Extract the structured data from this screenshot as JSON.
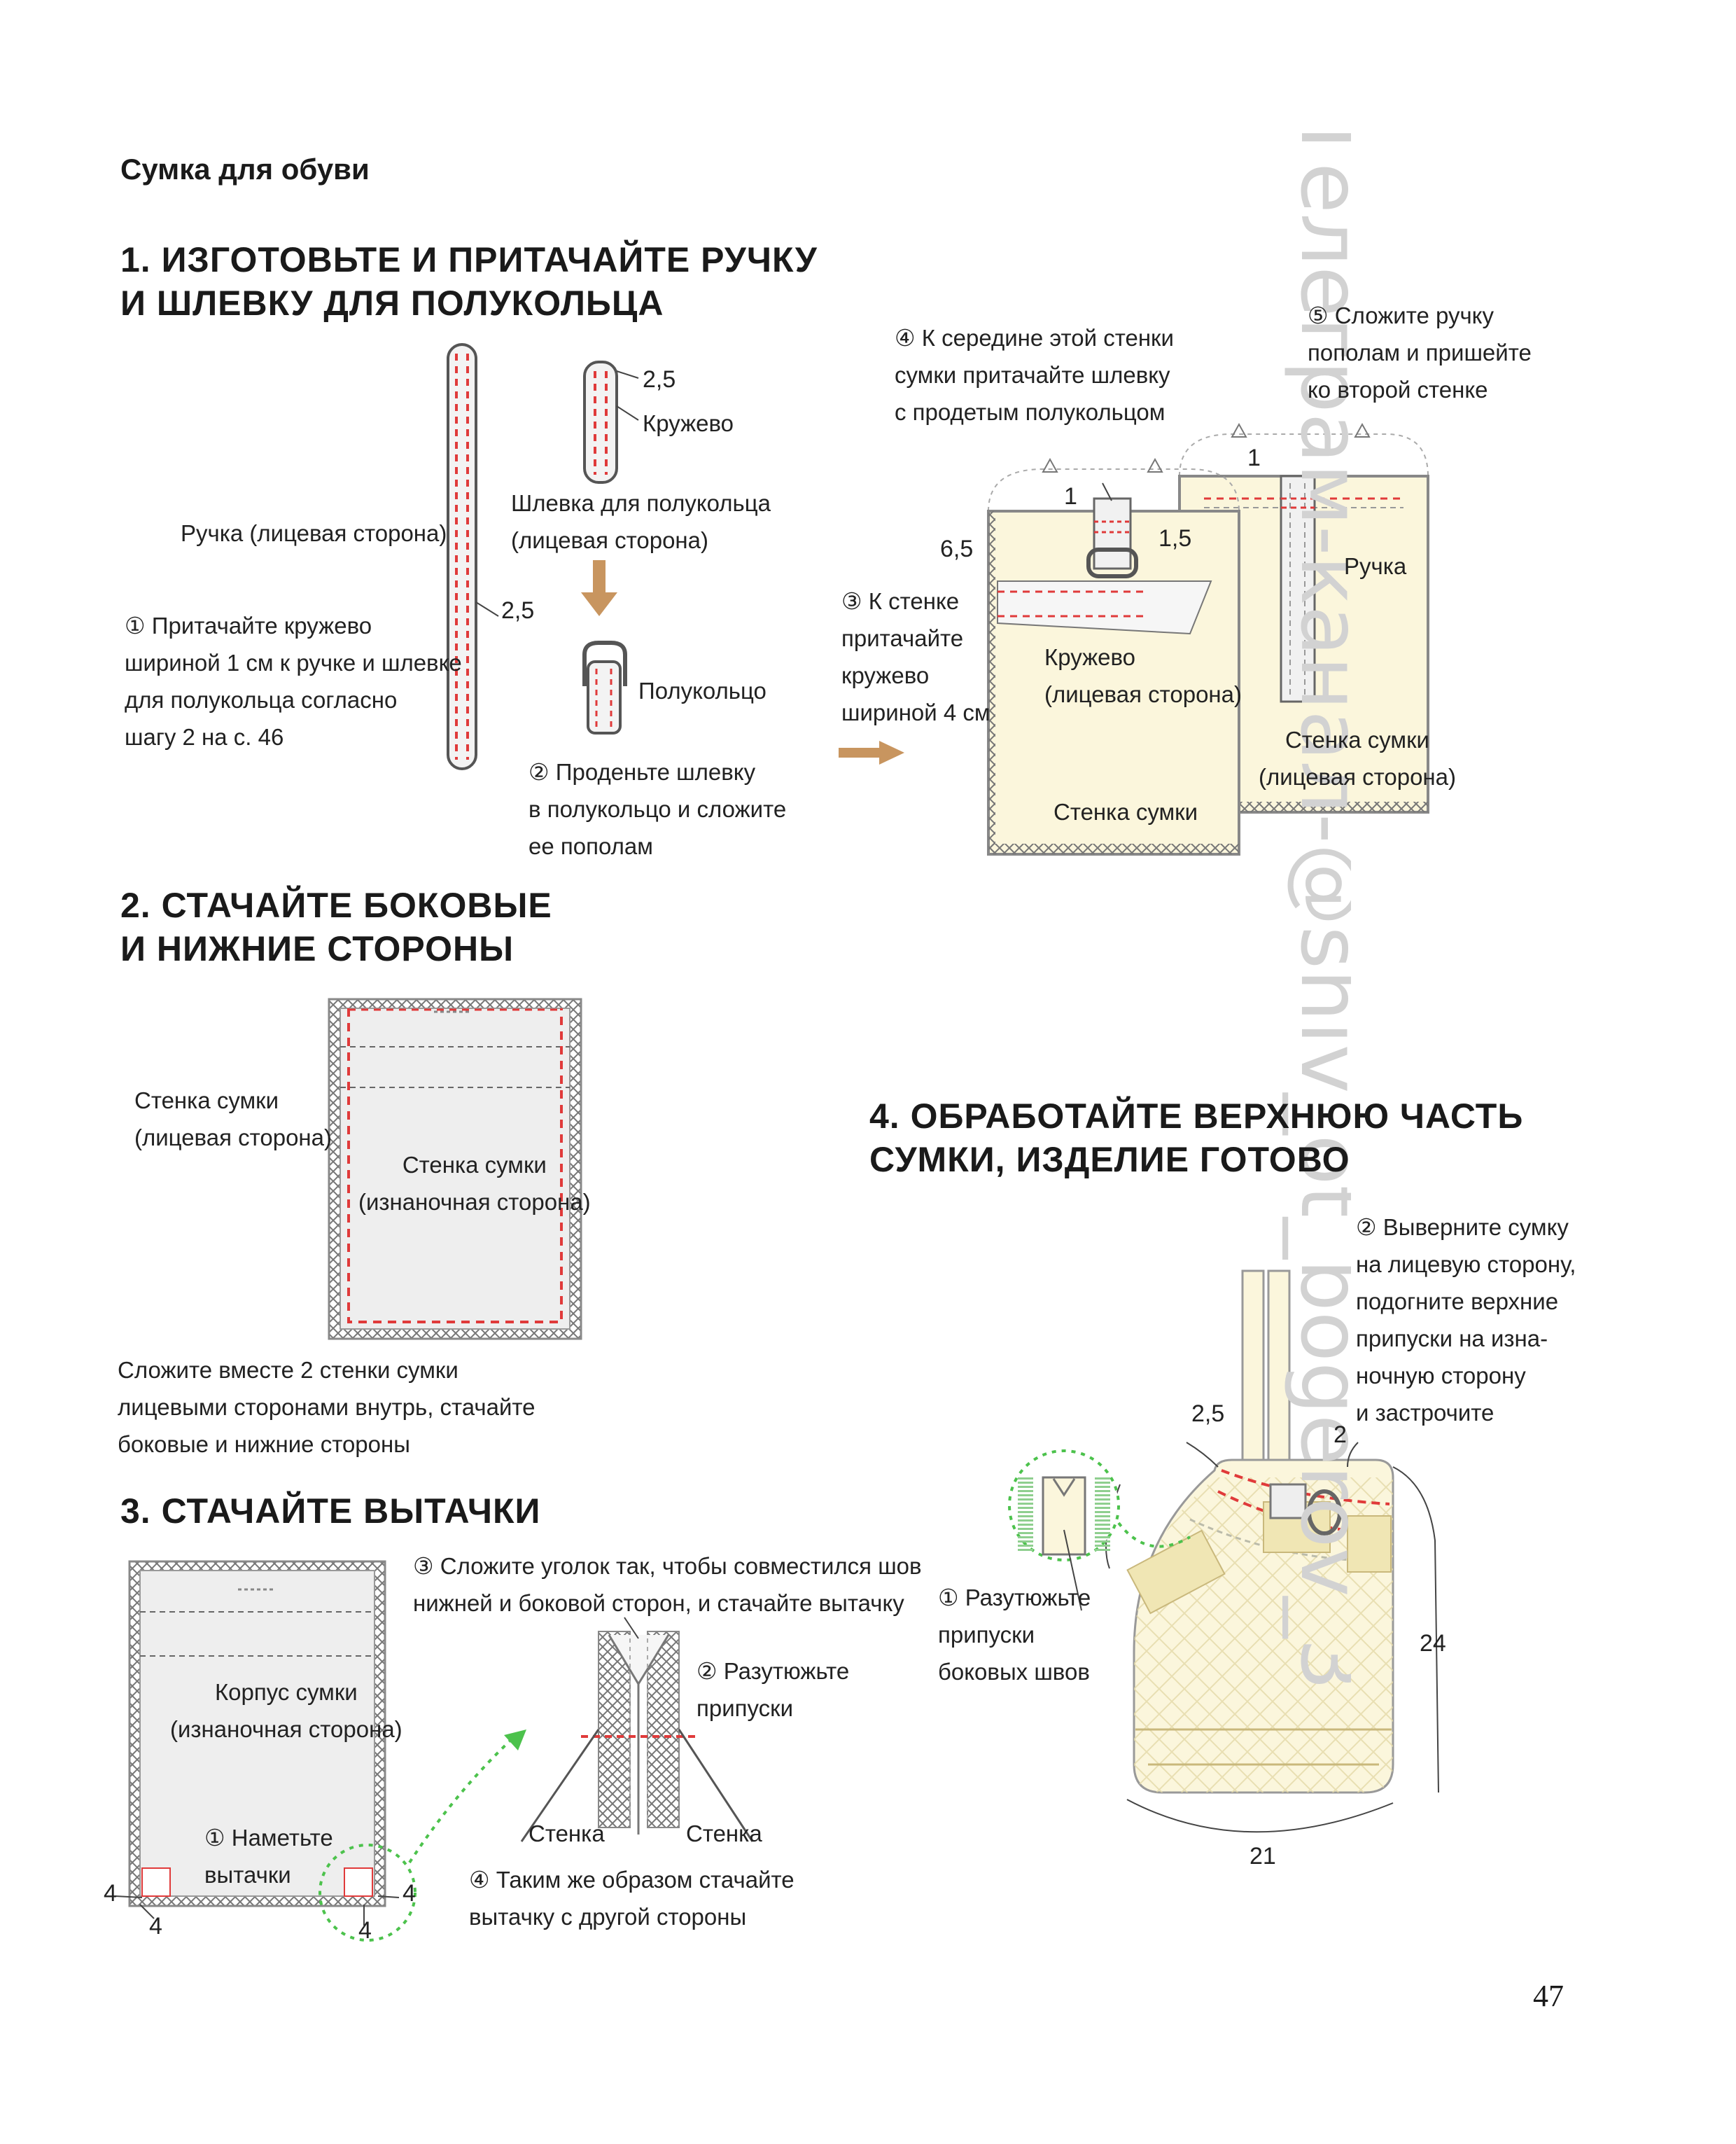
{
  "page_title": "Сумка для обуви",
  "page_number": "47",
  "watermark": "Телеграм-канал-@shiv_ot_bogerov_3",
  "colors": {
    "fabric": "#fbf6dc",
    "lining": "#eeeeee",
    "stitch": "#e03a3a",
    "accent_arrow": "#c8955f",
    "green_zoom": "#4cc24c"
  },
  "step1": {
    "heading": "1. ИЗГОТОВЬТЕ И ПРИТАЧАЙТЕ РУЧКУ\nИ ШЛЕВКУ ДЛЯ ПОЛУКОЛЬЦА",
    "handle_label": "Ручка (лицевая сторона)",
    "handle_width": "2,5",
    "loop_width": "2,5",
    "lace_label": "Кружево",
    "loop_label": "Шлевка для полукольца\n(лицевая сторона)",
    "half_ring_label": "Полукольцо",
    "note1": "① Притачайте кружево\n шириной 1 см к ручке и шлевке\nдля полукольца согласно\nшагу 2 на с. 46",
    "note2": "② Проденьте шлевку\nв полукольцо и сложите\nее пополам",
    "note3": "③ К стенке\nпритачайте\nкружево\nшириной 4 см",
    "note4": "④ К середине этой стенки\nсумки притачайте шлевку\nс продетым полукольцом",
    "note5": "⑤ Сложите ручку\nпополам и пришейте\nко второй стенке",
    "dim_1": "1",
    "dim_1_5": "1,5",
    "dim_6_5": "6,5",
    "dim_1b": "1",
    "lace_face_label": "Кружево\n(лицевая сторона)",
    "wall_label": "Стенка сумки",
    "handle_short_label": "Ручка",
    "wall_face_label": "Стенка сумки\n(лицевая сторона)"
  },
  "step2": {
    "heading": "2. СТАЧАЙТЕ БОКОВЫЕ\nИ НИЖНИЕ СТОРОНЫ",
    "wall_face_label": "Стенка сумки\n(лицевая сторона)",
    "wall_back_label": "Стенка сумки\n(изнаночная сторона)",
    "note": "Сложите вместе 2 стенки сумки\nлицевыми сторонами внутрь, стачайте\nбоковые и нижние стороны"
  },
  "step3": {
    "heading": "3. СТАЧАЙТЕ ВЫТАЧКИ",
    "body_label": "Корпус сумки\n(изнаночная сторона)",
    "note1": "① Наметьте\nвытачки",
    "note2": "② Разутюжьте\nприпуски",
    "note3": "③ Сложите уголок так, чтобы совместился шов\nнижней и боковой сторон, и стачайте вытачку",
    "note4": "④ Таким же образом стачайте\nвытачку с другой стороны",
    "wall_left": "Стенка",
    "wall_right": "Стенка",
    "dims": [
      "4",
      "4",
      "4",
      "4"
    ]
  },
  "step4": {
    "heading": "4. ОБРАБОТАЙТЕ ВЕРХНЮЮ ЧАСТЬ\nСУМКИ, ИЗДЕЛИЕ ГОТОВО",
    "note1": "① Разутюжьте\nприпуски\nбоковых швов",
    "note2": "② Выверните сумку\nна лицевую сторону,\nподогните верхние\nприпуски на изна-\nночную сторону\nи застрочите",
    "dim_2_5": "2,5",
    "dim_2": "2",
    "dim_24": "24",
    "dim_21": "21"
  }
}
